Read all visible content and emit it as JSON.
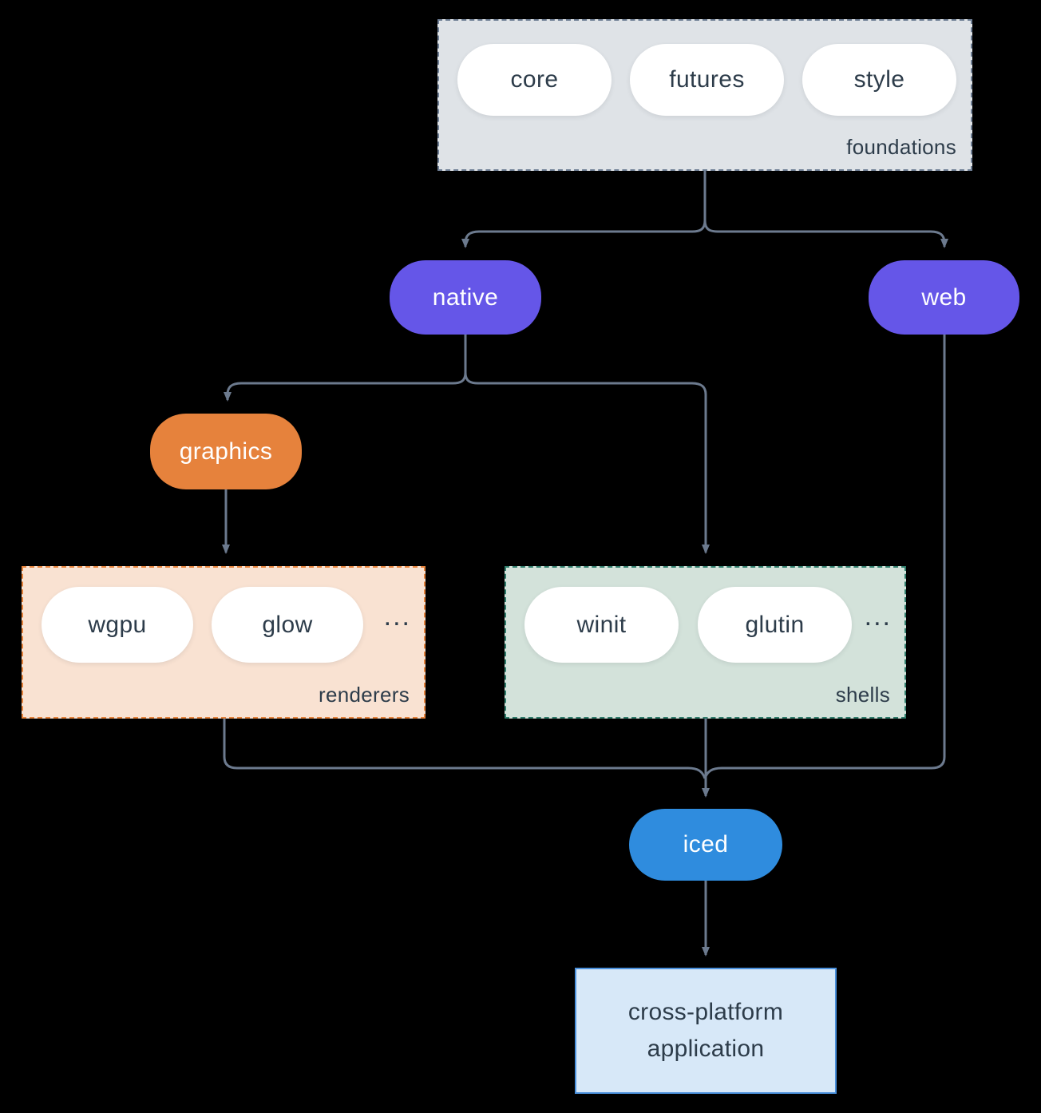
{
  "background": "#000000",
  "colors": {
    "arrow": "#6C7A8E",
    "purple_node": "#6556E8",
    "orange_node": "#E6823C",
    "blue_node": "#2F8CDE",
    "dark_text": "#2D3C4A",
    "foundations_bg": "#DFE3E7",
    "foundations_border": "#6F7F95",
    "renderers_bg": "#F9E2D2",
    "renderers_border": "#E5823B",
    "shells_bg": "#D3E2DA",
    "shells_border": "#2F7C6B",
    "app_bg": "#D7E8F8",
    "app_border": "#4A90DC"
  },
  "foundations": {
    "label": "foundations",
    "pills": [
      "core",
      "futures",
      "style"
    ]
  },
  "native": {
    "label": "native"
  },
  "web": {
    "label": "web"
  },
  "graphics": {
    "label": "graphics"
  },
  "renderers": {
    "label": "renderers",
    "pills": [
      "wgpu",
      "glow"
    ],
    "more": "..."
  },
  "shells": {
    "label": "shells",
    "pills": [
      "winit",
      "glutin"
    ],
    "more": "..."
  },
  "iced": {
    "label": "iced"
  },
  "application": {
    "label": "cross-platform application"
  }
}
